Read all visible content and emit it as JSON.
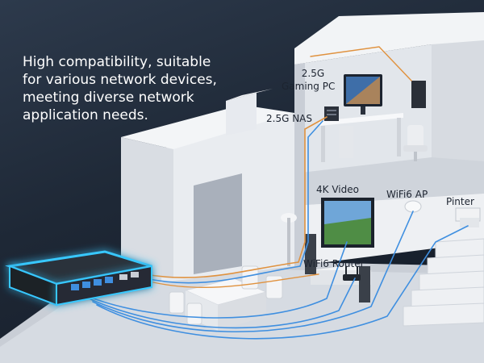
{
  "headline": "High compatibility, suitable for various network devices, meeting diverse network application needs.",
  "labels": {
    "gaming_pc_speed": "2.5G",
    "gaming_pc": "Gaming PC",
    "nas": "2.5G NAS",
    "video": "4K Video",
    "wifi_ap": "WiFi6 AP",
    "printer": "Pinter",
    "router": "WiFi6 Router"
  },
  "colors": {
    "background_dark": "#1e2836",
    "wall": "#e6e9ee",
    "floor": "#d2d7df",
    "cable_blue": "#3f8fe0",
    "cable_orange": "#e0923f",
    "switch_glow": "#37c8ff"
  },
  "icons": [
    "network-switch-icon",
    "monitor-icon",
    "tv-icon",
    "router-icon",
    "access-point-icon",
    "printer-icon",
    "nas-icon"
  ]
}
